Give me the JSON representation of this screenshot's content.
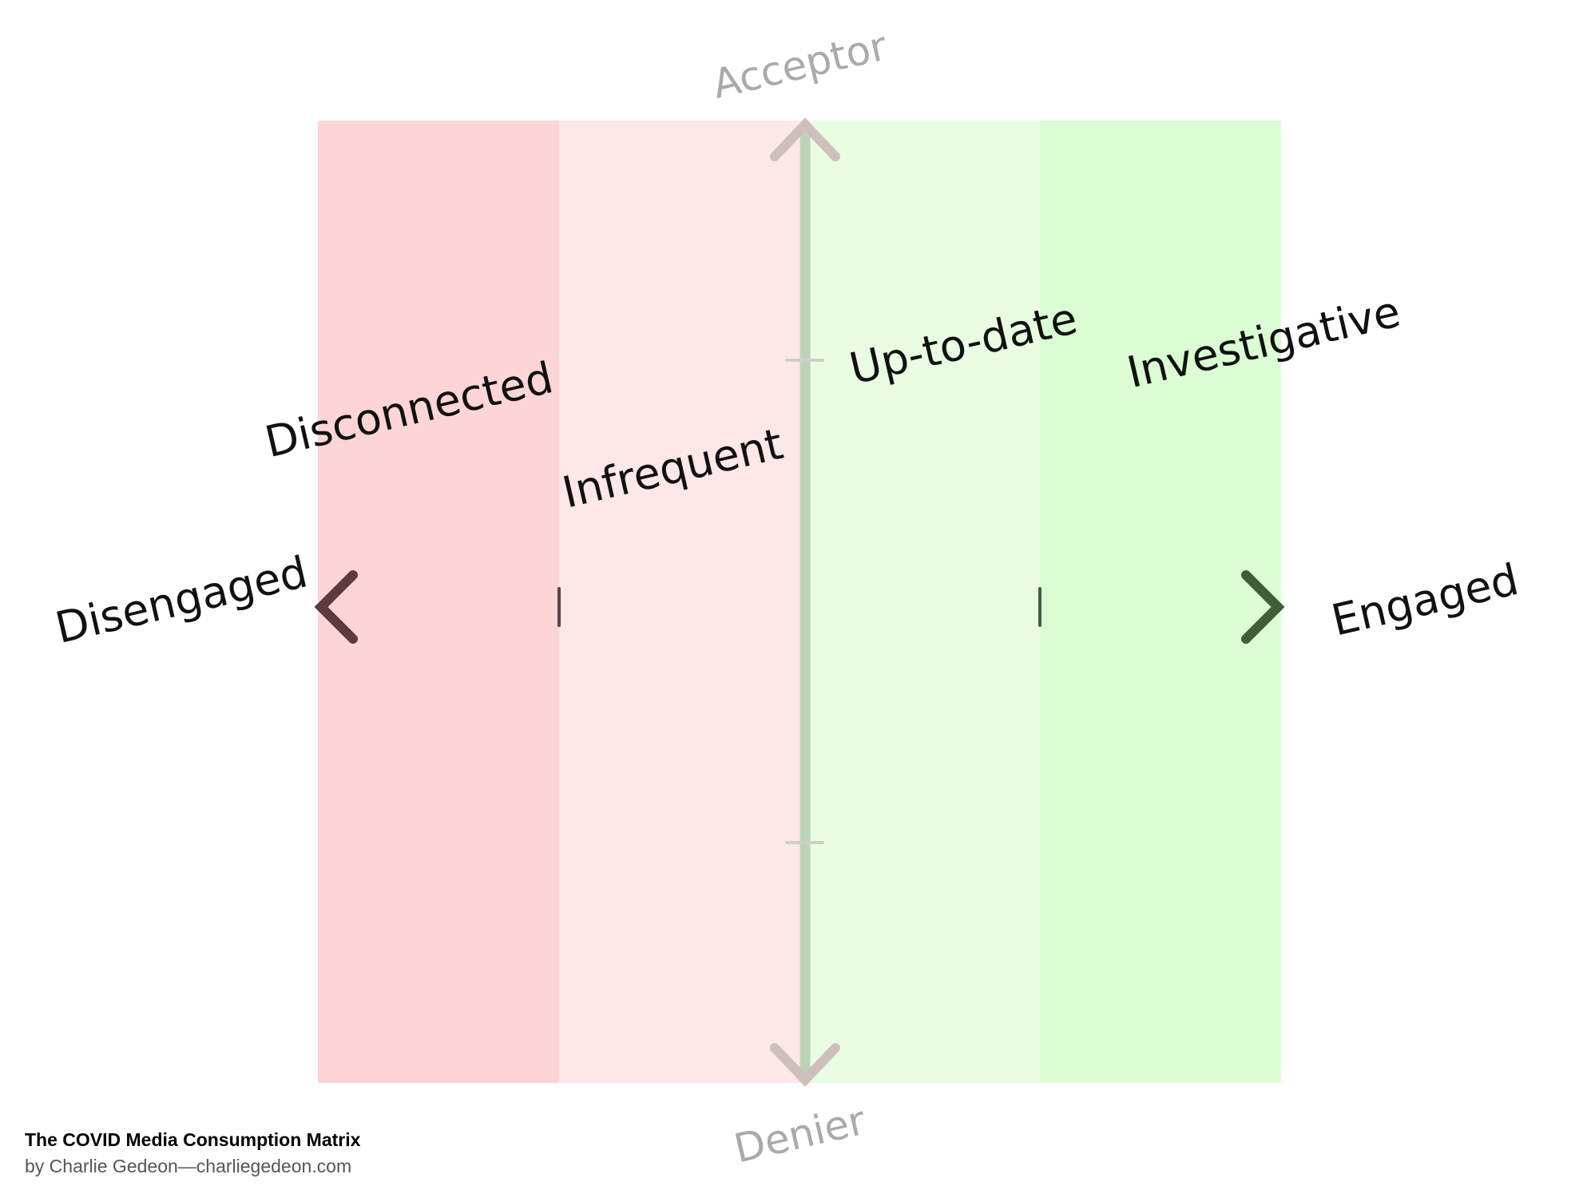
{
  "colors": {
    "disconnected": "#fdd5d6",
    "infrequent": "#fde7e7",
    "up_to_date": "#e9fde3",
    "investigative": "#dbfdd3",
    "vertical_axis": "#bcd3b8",
    "axis_left": "#5e3a3c",
    "axis_right": "#3d5e36"
  },
  "axes": {
    "top": "Acceptor",
    "bottom": "Denier",
    "left": "Disengaged",
    "right": "Engaged"
  },
  "zones": [
    "Disconnected",
    "Infrequent",
    "Up-to-date",
    "Investigative"
  ],
  "footer": {
    "title": "The COVID Media Consumption Matrix",
    "byline": "by Charlie Gedeon—charliegedeon.com"
  }
}
